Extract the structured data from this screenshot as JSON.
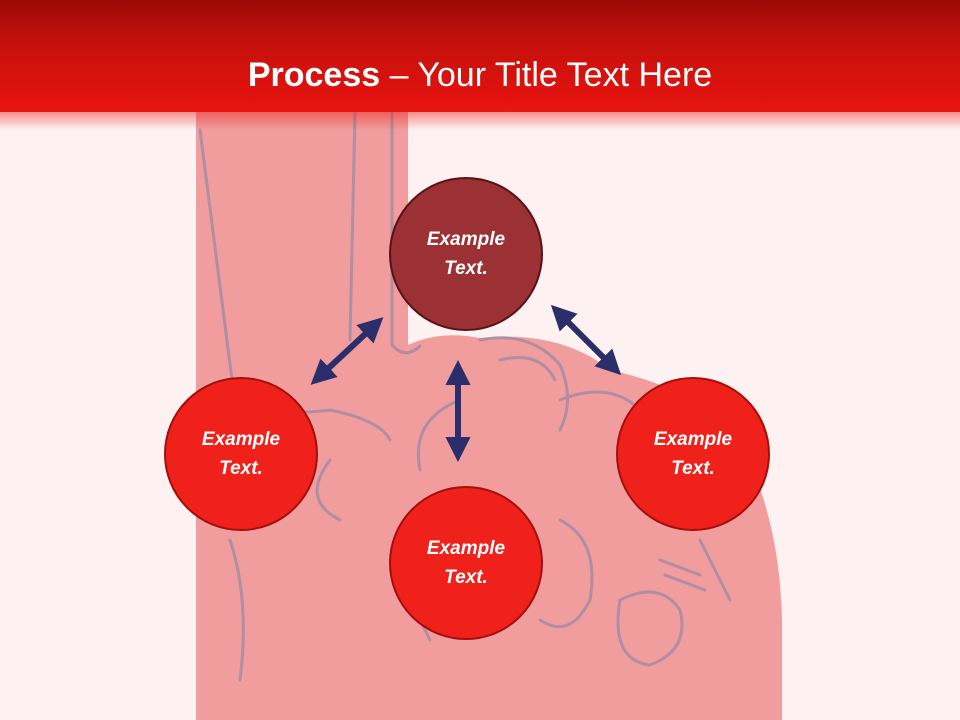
{
  "slide": {
    "title_bold": "Process",
    "title_rest": " – Your Title Text Here"
  },
  "diagram": {
    "nodes": {
      "top": "Example Text.",
      "left": "Example Text.",
      "right": "Example Text.",
      "bottom": "Example Text."
    }
  },
  "colors": {
    "title_bar": "#e0120e",
    "background": "#fdf1f1",
    "top_node": "#9b3035",
    "other_nodes": "#f0211b",
    "arrows": "#2a2f6b",
    "hand": "#ef8e8e"
  }
}
